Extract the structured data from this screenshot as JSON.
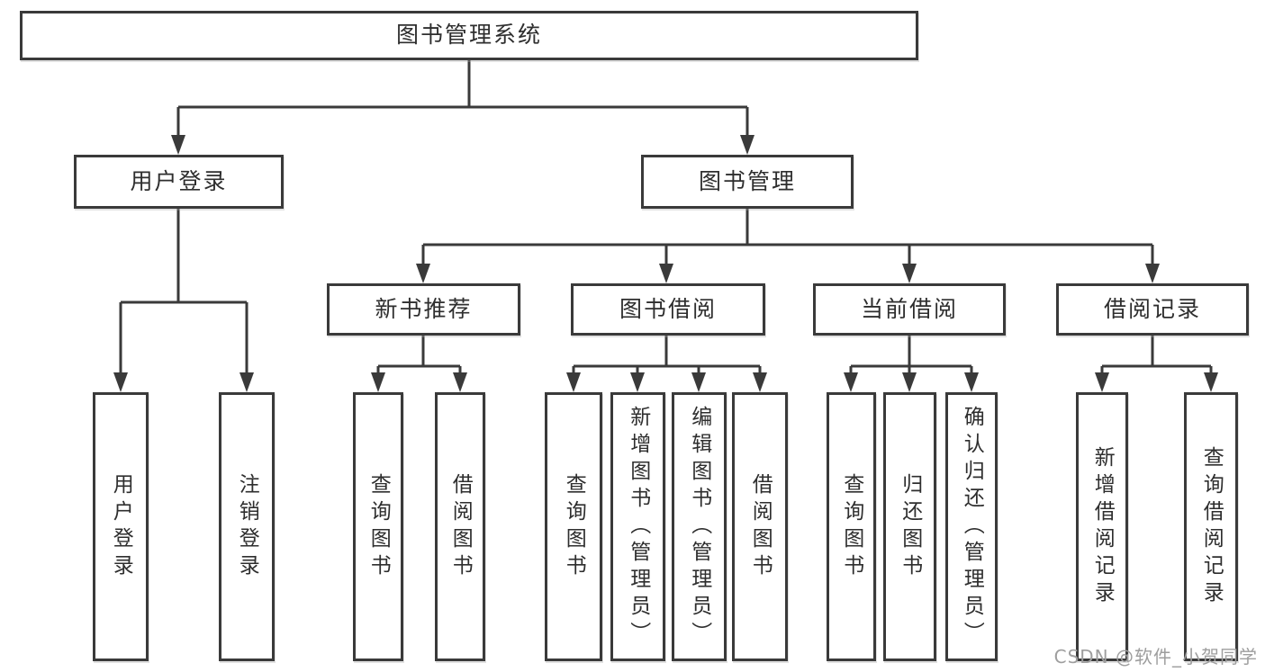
{
  "diagram_title": "图书管理系统",
  "nodes": {
    "root": {
      "label": "图书管理系统",
      "children": [
        {
          "label": "用户登录",
          "children": [
            {
              "label": "用户登录"
            },
            {
              "label": "注销登录"
            }
          ]
        },
        {
          "label": "图书管理",
          "children": [
            {
              "label": "新书推荐",
              "children": [
                {
                  "label": "查询图书"
                },
                {
                  "label": "借阅图书"
                }
              ]
            },
            {
              "label": "图书借阅",
              "children": [
                {
                  "label": "查询图书"
                },
                {
                  "label": "新增图书（管理员）"
                },
                {
                  "label": "编辑图书（管理员）"
                },
                {
                  "label": "借阅图书"
                }
              ]
            },
            {
              "label": "当前借阅",
              "children": [
                {
                  "label": "查询图书"
                },
                {
                  "label": "归还图书"
                },
                {
                  "label": "确认归还（管理员）"
                }
              ]
            },
            {
              "label": "借阅记录",
              "children": [
                {
                  "label": "新增借阅记录"
                },
                {
                  "label": "查询借阅记录"
                }
              ]
            }
          ]
        }
      ]
    }
  },
  "watermark": {
    "text": "CSDN @软件_小贺同学"
  },
  "colors": {
    "line": "#3a3a3a",
    "text": "#2e2e2e",
    "background": "#ffffff",
    "watermark": "#9e9e9e"
  }
}
